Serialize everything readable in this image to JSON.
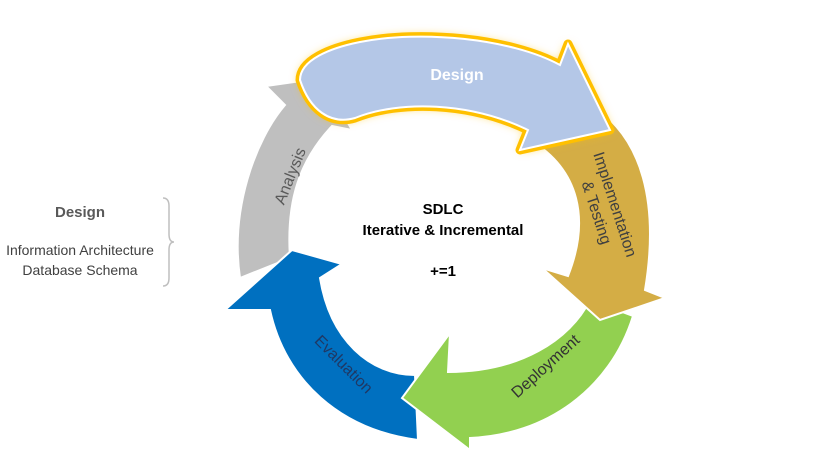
{
  "cycle": {
    "center": {
      "title": "SDLC",
      "subtitle": "Iterative & Incremental",
      "note": "+=1"
    },
    "phases": [
      {
        "label": "Design",
        "color": "#b4c7e7",
        "highlighted": true
      },
      {
        "label": "Implementation",
        "label2": "& Testing",
        "color": "#d4ad45"
      },
      {
        "label": "Deployment",
        "color": "#92d050"
      },
      {
        "label": "Evaluation",
        "color": "#0070c0"
      },
      {
        "label": "Analysis",
        "color": "#bfbfbf"
      }
    ],
    "highlight_color": "#ffc000"
  },
  "side_panel": {
    "title": "Design",
    "items": [
      "Information Architecture",
      "Database Schema"
    ]
  }
}
